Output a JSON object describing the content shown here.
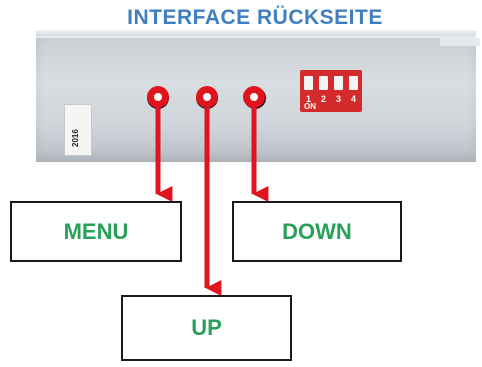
{
  "title": "INTERFACE RÜCKSEITE",
  "sticker": {
    "year": "2016"
  },
  "dip_switch": {
    "numbers": [
      "1",
      "2",
      "3",
      "4"
    ],
    "on_label": "ON"
  },
  "buttons": {
    "menu": "MENU",
    "up": "UP",
    "down": "DOWN"
  },
  "colors": {
    "title": "#3f7fbf",
    "label_text": "#2aa15a",
    "arrow": "#e0141e",
    "dip_switch": "#d32b2b"
  }
}
